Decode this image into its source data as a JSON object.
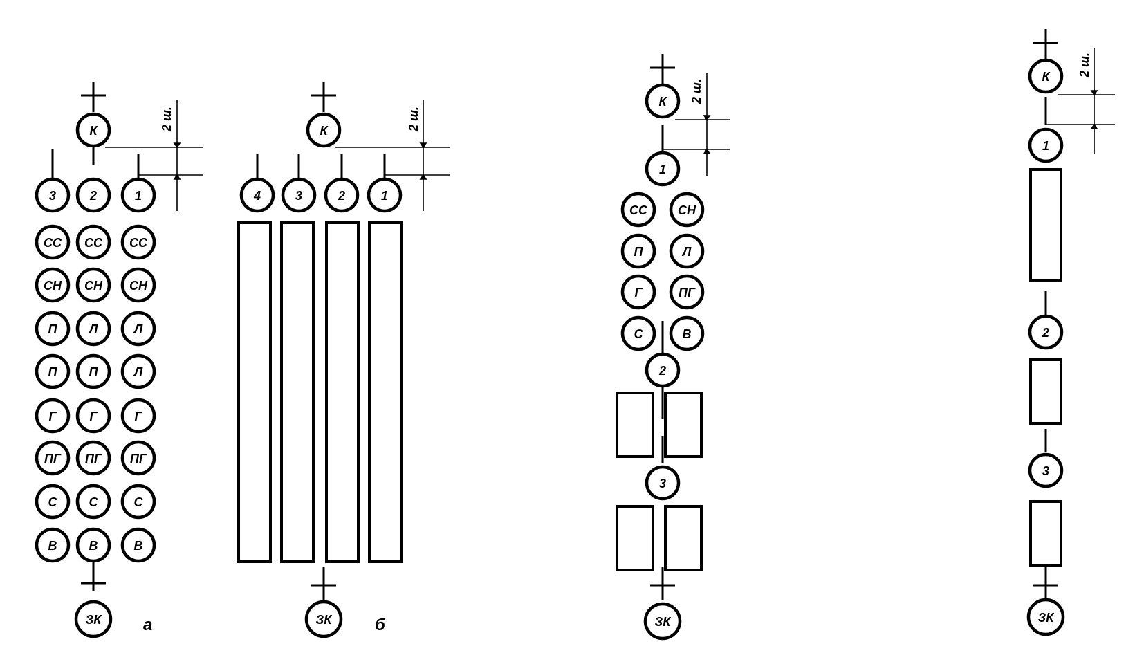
{
  "labels": {
    "k": "К",
    "zk": "ЗК",
    "n1": "1",
    "n2": "2",
    "n3": "3",
    "n4": "4",
    "cc": "СС",
    "ch": "СН",
    "p": "П",
    "l": "Л",
    "g": "Г",
    "pg": "ПГ",
    "s": "С",
    "v": "В",
    "dim": "2 ш.",
    "panel_a": "а",
    "panel_b": "б"
  },
  "colors": {
    "ink": "#000000",
    "paper": "#ffffff"
  }
}
